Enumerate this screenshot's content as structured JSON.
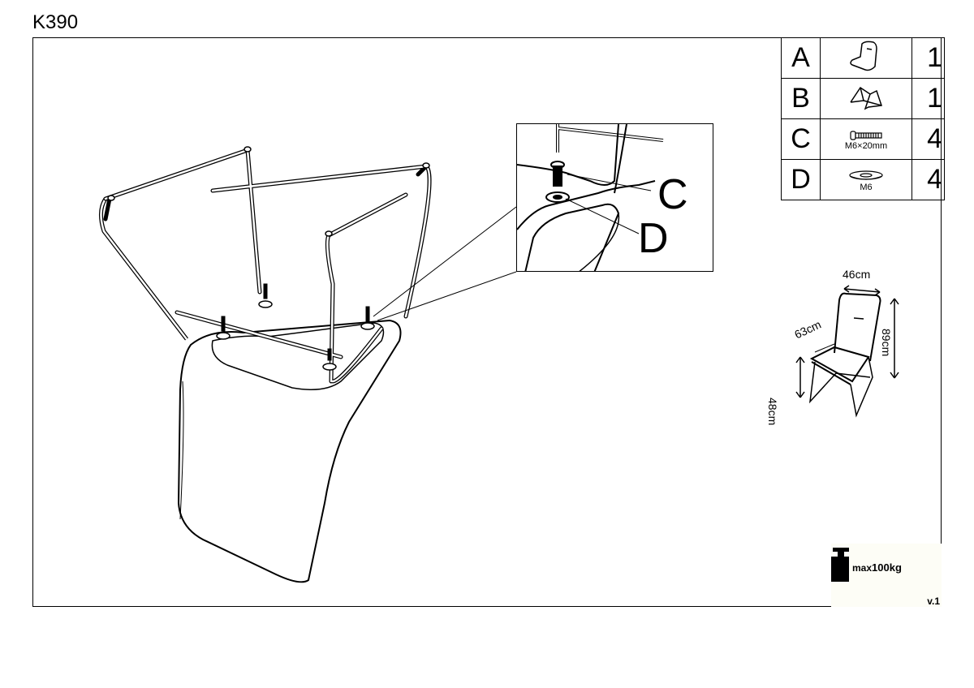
{
  "header": {
    "title": "K390"
  },
  "parts": [
    {
      "letter": "A",
      "icon": "seat-shell-icon",
      "caption": "",
      "qty": "1"
    },
    {
      "letter": "B",
      "icon": "leg-frame-icon",
      "caption": "",
      "qty": "1"
    },
    {
      "letter": "C",
      "icon": "bolt-icon",
      "caption": "M6×20mm",
      "qty": "4"
    },
    {
      "letter": "D",
      "icon": "washer-icon",
      "caption": "M6",
      "qty": "4"
    }
  ],
  "detail": {
    "callout_c": "C",
    "callout_d": "D"
  },
  "dimensions": {
    "width": "46cm",
    "depth": "63cm",
    "height": "89cm",
    "seat_height": "48cm"
  },
  "load": {
    "prefix": "max",
    "value": "100kg"
  },
  "version": "v.1"
}
